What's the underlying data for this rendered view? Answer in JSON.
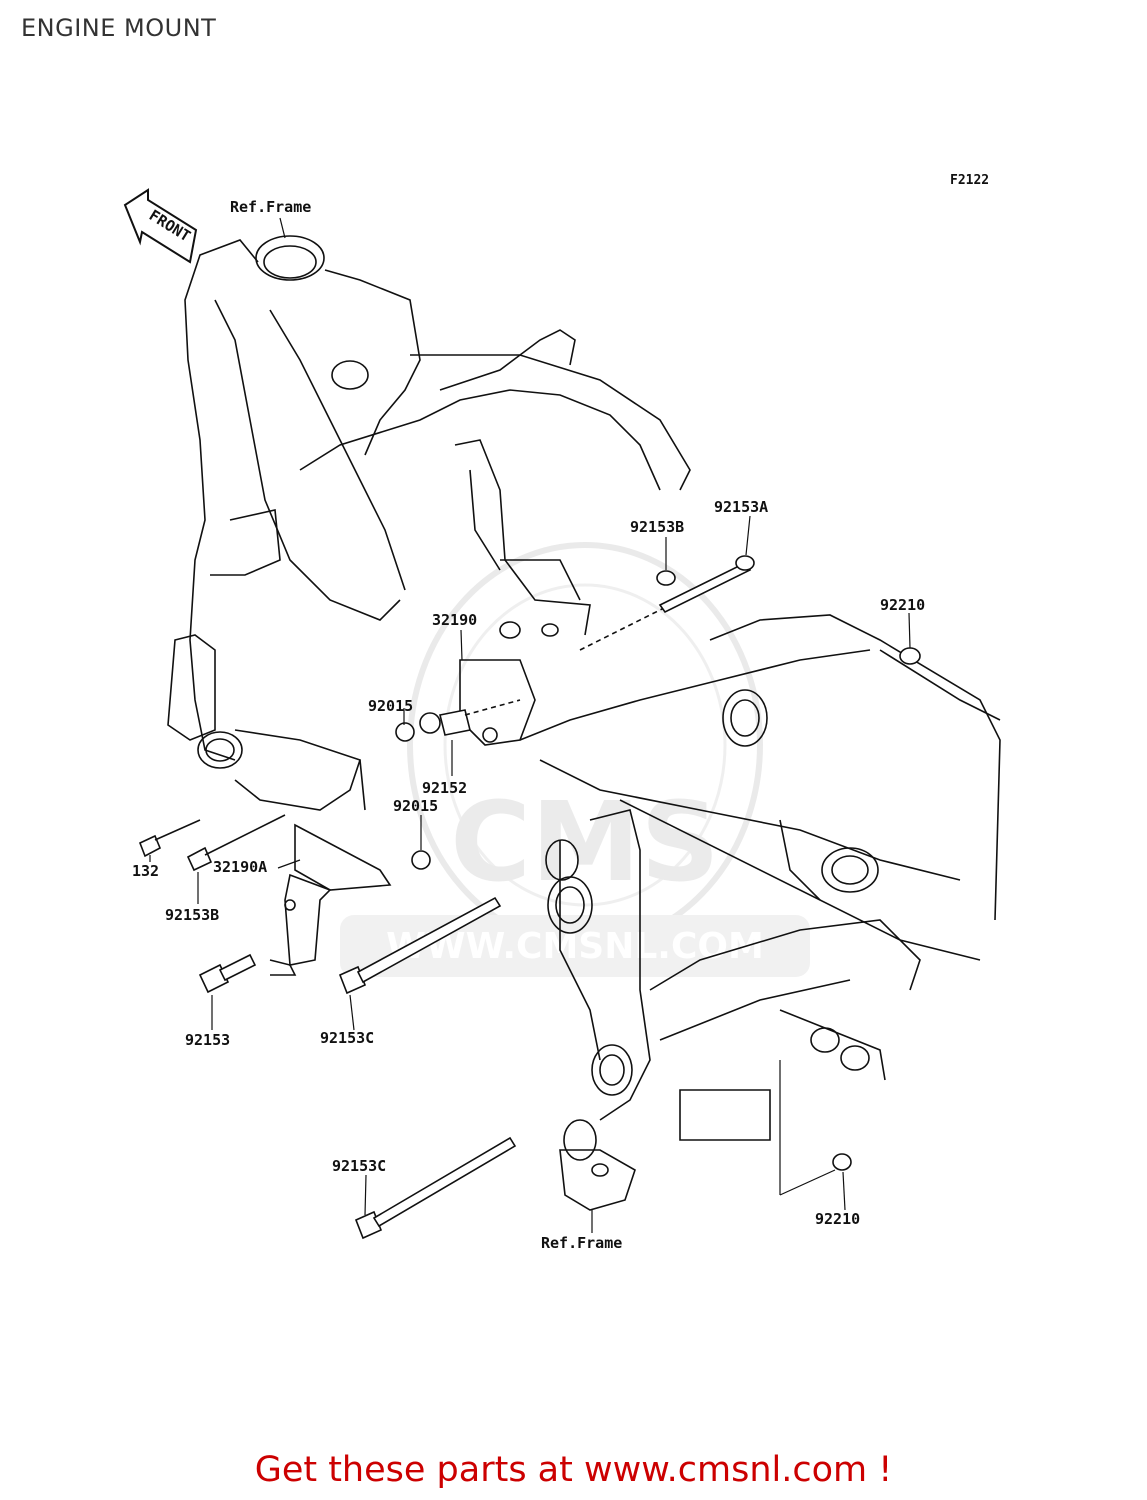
{
  "page": {
    "title": "ENGINE MOUNT",
    "cta_text": "Get these parts at www.cmsnl.com !"
  },
  "diagram": {
    "figure_code": "F2122",
    "direction_arrow": "FRONT",
    "watermark_url": "WWW.CMSNL.COM",
    "callouts": {
      "ref_frame_top": "Ref.Frame",
      "ref_frame_bottom": "Ref.Frame",
      "p92153A": "92153A",
      "p92153B_top": "92153B",
      "p92210_top": "92210",
      "p32190": "32190",
      "p92015_a": "92015",
      "p92152": "92152",
      "p92015_b": "92015",
      "p132": "132",
      "p32190A": "32190A",
      "p92153B_bottom": "92153B",
      "p92153": "92153",
      "p92153C_mid": "92153C",
      "p92153C_bottom": "92153C",
      "p92210_bottom": "92210"
    }
  },
  "colors": {
    "line": "#111111",
    "cta": "#cc0000",
    "watermark": "#d9d9d9"
  }
}
